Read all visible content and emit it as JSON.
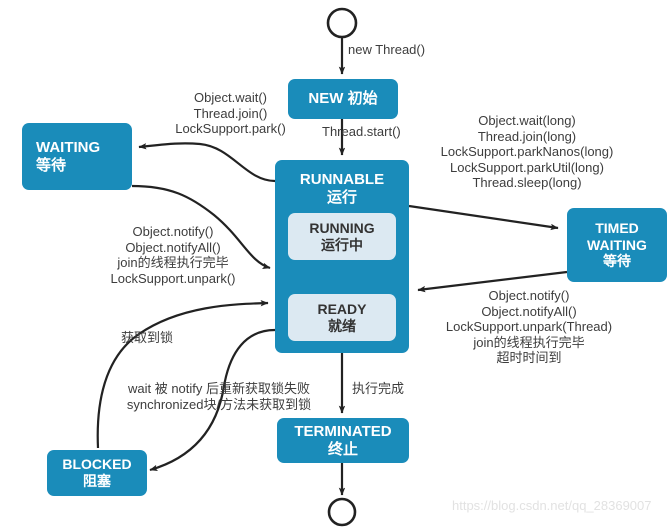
{
  "diagram": {
    "title": "Java Thread State Transition Diagram",
    "colors": {
      "state_fill": "#1a8cba",
      "substate_fill": "#dce9f2",
      "arrow": "#222222",
      "inner_arrow": "#f5f03c",
      "label_text": "#3d3d3d",
      "watermark": "#e2e2e2"
    },
    "nodes": {
      "start": "start-node",
      "end": "end-node",
      "new": {
        "name": "NEW",
        "cn": "初始",
        "line": "NEW 初始"
      },
      "waiting": {
        "name": "WAITING",
        "cn": "等待"
      },
      "runnable": {
        "name": "RUNNABLE",
        "cn": "运行"
      },
      "running": {
        "name": "RUNNING",
        "cn": "运行中"
      },
      "ready": {
        "name": "READY",
        "cn": "就绪"
      },
      "timed_waiting": {
        "name1": "TIMED",
        "name2": "WAITING",
        "cn": "等待"
      },
      "blocked": {
        "name": "BLOCKED",
        "cn": "阻塞"
      },
      "terminated": {
        "name": "TERMINATED",
        "cn": "终止"
      }
    },
    "transitions": {
      "start_to_new": "new Thread()",
      "new_to_runnable": "Thread.start()",
      "runnable_to_waiting": [
        "Object.wait()",
        "Thread.join()",
        "LockSupport.park()"
      ],
      "waiting_to_runnable": [
        "Object.notify()",
        "Object.notifyAll()",
        "join的线程执行完毕",
        "LockSupport.unpark()"
      ],
      "runnable_to_timed": [
        "Object.wait(long)",
        "Thread.join(long)",
        "LockSupport.parkNanos(long)",
        "LockSupport.parkUtil(long)",
        "Thread.sleep(long)"
      ],
      "timed_to_runnable": [
        "Object.notify()",
        "Object.notifyAll()",
        "LockSupport.unpark(Thread)",
        "join的线程执行完毕",
        "超时时间到"
      ],
      "blocked_to_runnable": "获取到锁",
      "runnable_to_blocked": [
        "wait 被 notify 后重新获取锁失败",
        "synchronized块/方法未获取到锁"
      ],
      "runnable_to_terminated": "执行完成"
    },
    "watermark": "https://blog.csdn.net/qq_28369007"
  }
}
